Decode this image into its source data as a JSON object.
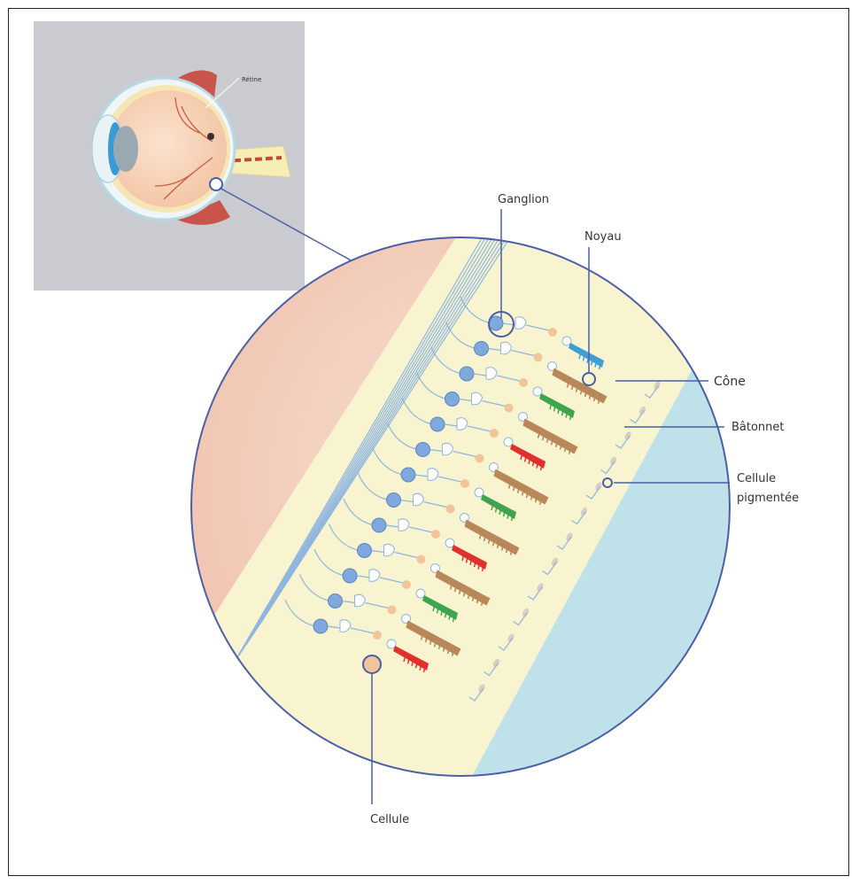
{
  "inset": {
    "retina_label": "Rétine"
  },
  "labels": {
    "ganglion": "Ganglion",
    "noyau": "Noyau",
    "cone": "Cône",
    "batonnet": "Bâtonnet",
    "pigment_line1": "Cellule",
    "pigment_line2": "pigmentée",
    "cellule": "Cellule"
  },
  "colors": {
    "inset_bg": "#c9cbd0",
    "choroid": "#bfe2ea",
    "retina": "#f8f4cf",
    "vitreous": "#f3cdbd",
    "outline": "#4b5fa8",
    "ganglion_cell": "#7fa8dc",
    "bipolar_cell": "#f2c49a",
    "cone_blue": "#3e9fd6",
    "cone_green": "#3ea44d",
    "cone_red": "#e0312d",
    "rod": "#b8875a"
  }
}
